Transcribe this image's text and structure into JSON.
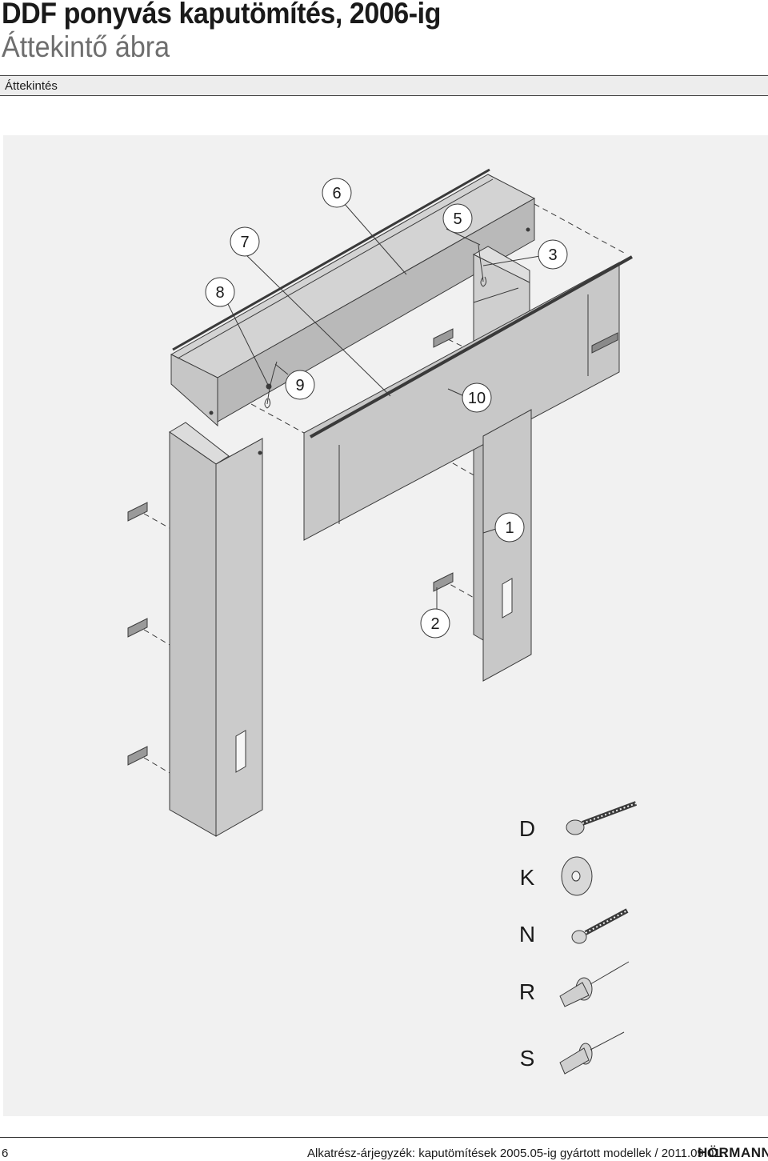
{
  "header": {
    "title": "DDF ponyvás kaputömítés, 2006-ig",
    "subtitle": "Áttekintő ábra",
    "section": "Áttekintés"
  },
  "callouts": [
    "1",
    "2",
    "3",
    "5",
    "6",
    "7",
    "8",
    "9",
    "10"
  ],
  "legend": [
    "D",
    "K",
    "N",
    "R",
    "S"
  ],
  "footer": {
    "page": "6",
    "text": "Alkatrész-árjegyzék: kaputömítések 2005.05-ig gyártott modellek / 2011.09.01..",
    "brand": "HÖRMANN"
  },
  "colors": {
    "panel": "#f1f1f1",
    "part": "#c8c8c8",
    "line": "#3a3a3a"
  }
}
